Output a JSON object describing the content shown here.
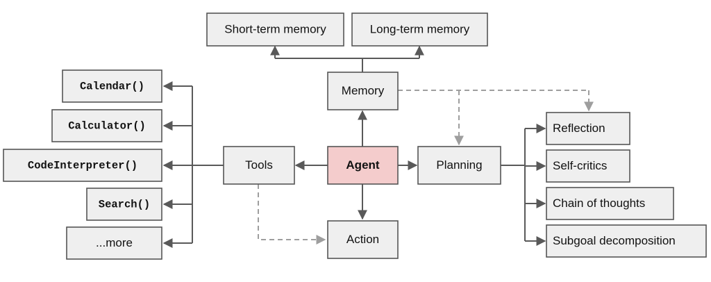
{
  "nodes": {
    "short_term_memory": "Short-term memory",
    "long_term_memory": "Long-term memory",
    "memory": "Memory",
    "agent": "Agent",
    "tools": "Tools",
    "planning": "Planning",
    "action": "Action",
    "calendar": "Calendar()",
    "calculator": "Calculator()",
    "code_interpreter": "CodeInterpreter()",
    "search": "Search()",
    "more": "...more",
    "reflection": "Reflection",
    "self_critics": "Self-critics",
    "chain_of_thoughts": "Chain of thoughts",
    "subgoal_decomposition": "Subgoal decomposition"
  },
  "colors": {
    "node_fill": "#efefef",
    "agent_fill": "#f4cccc",
    "edge_solid": "#595959",
    "edge_dashed": "#9e9e9e"
  }
}
